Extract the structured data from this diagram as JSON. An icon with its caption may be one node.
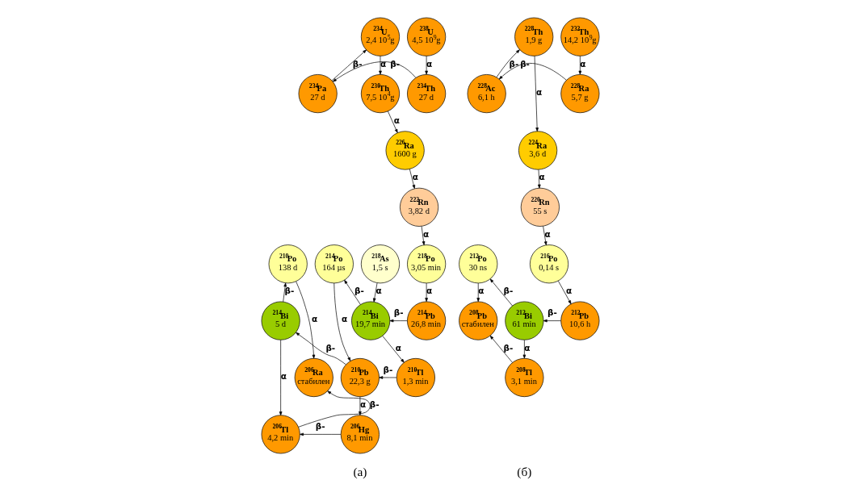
{
  "diagram": {
    "nodes": [
      {
        "text": [
          "$^{238}$U",
          "4,5 10$^{9}$g"
        ]
      },
      {
        "text": [
          "$^{234}$Th",
          "27 d"
        ]
      },
      {
        "text": [
          "$^{234}$Pa",
          "27 d"
        ]
      },
      {
        "text": [
          "$^{234}$U",
          "2,4 10$^{5}$g"
        ]
      },
      {
        "text": [
          "$^{230}$Th",
          "7,5 10$^{4}$g"
        ]
      },
      {
        "text": [
          "$^{226}$Ra",
          "1600 g"
        ]
      },
      {
        "text": [
          "$^{222}$Rn",
          "3,82 d"
        ]
      },
      {
        "text": [
          "$^{218}$As",
          "1,5 s"
        ]
      },
      {
        "text": [
          "$^{218}$Po",
          "3,05 min"
        ]
      },
      {
        "text": [
          "$^{214}$Po",
          "164 µs"
        ]
      },
      {
        "text": [
          "$^{214}$Bi",
          "19,7 min"
        ]
      },
      {
        "text": [
          "$^{214}$Bi",
          "5 d"
        ]
      },
      {
        "text": [
          "$^{210}$Po",
          "138 d"
        ]
      },
      {
        "text": [
          "$^{214}$Pb",
          "26,8 min"
        ]
      },
      {
        "text": [
          "$^{210}$Pb",
          "22,3 g"
        ]
      },
      {
        "text": [
          "$^{206}$Ra",
          "стабилен"
        ]
      },
      {
        "text": [
          "$^{210}$Tl",
          "1,3 min"
        ]
      },
      {
        "text": [
          "$^{206}$Tl",
          "4,2 min"
        ]
      },
      {
        "text": [
          "$^{206}$Hg",
          "8,1 min"
        ]
      },
      {
        "text": [
          "$^{232}$Th",
          "14,2 10$^{9}$g"
        ]
      },
      {
        "text": [
          "$^{228}$Ra",
          "5,7 g"
        ]
      },
      {
        "text": [
          "$^{228}$Ac",
          "6,1 h"
        ]
      },
      {
        "text": [
          "$^{228}$Th",
          "1,9 g"
        ]
      },
      {
        "text": [
          "$^{224}$Ra",
          "3,6 d"
        ]
      },
      {
        "text": [
          "$^{220}$Rn",
          "55 s"
        ]
      },
      {
        "text": [
          "$^{216}$Po",
          "0,14 s"
        ]
      },
      {
        "text": [
          "$^{212}$Po",
          "30 ns"
        ]
      },
      {
        "text": [
          "$^{212}$Bi",
          "61 min"
        ]
      },
      {
        "text": [
          "$^{212}$Pb",
          "10,6 h"
        ]
      },
      {
        "text": [
          "$^{208}$Pb",
          "стабилен"
        ]
      },
      {
        "text": [
          "$^{208}$Tl",
          "3,1 min"
        ]
      }
    ],
    "edges": [
      {
        "from": 0,
        "to": 1,
        "arrow": "to",
        "label": "α"
      },
      {
        "from": 1,
        "to": 2,
        "arrow": "to",
        "label": "β-"
      },
      {
        "from": 2,
        "to": 3,
        "arrow": "to",
        "label": "β-"
      },
      {
        "from": 3,
        "to": 4,
        "arrow": "to",
        "label": "α"
      },
      {
        "from": 4,
        "to": 5,
        "arrow": "to",
        "label": "α"
      },
      {
        "from": 5,
        "to": 6,
        "arrow": "to",
        "label": "α"
      },
      {
        "from": 6,
        "to": 8,
        "arrow": "to",
        "label": "α"
      },
      {
        "from": 7,
        "to": 10,
        "arrow": "to",
        "label": "α"
      },
      {
        "from": 8,
        "to": 13,
        "arrow": "to",
        "label": "α"
      },
      {
        "from": 13,
        "to": 10,
        "arrow": "to",
        "label": "β-"
      },
      {
        "from": 10,
        "to": 9,
        "arrow": "to",
        "label": "β-"
      },
      {
        "from": 10,
        "to": 16,
        "arrow": "to",
        "label": "α"
      },
      {
        "from": 9,
        "to": 14,
        "arrow": "to",
        "label": "α"
      },
      {
        "from": 16,
        "to": 14,
        "arrow": "to",
        "label": "β-"
      },
      {
        "from": 14,
        "to": 11,
        "arrow": "to",
        "label": "β-"
      },
      {
        "from": 11,
        "to": 12,
        "arrow": "to",
        "label": "β-"
      },
      {
        "from": 14,
        "to": 18,
        "arrow": "to",
        "label": "α"
      },
      {
        "from": 11,
        "to": 17,
        "arrow": "to",
        "label": "α"
      },
      {
        "from": 12,
        "to": 15,
        "arrow": "to",
        "label": "α"
      },
      {
        "from": 17,
        "to": 15,
        "arrow": "to",
        "label": "β-"
      },
      {
        "from": 18,
        "to": 17,
        "arrow": "to",
        "label": "β-"
      },
      {
        "from": 19,
        "to": 20,
        "arrow": "to",
        "label": "α"
      },
      {
        "from": 20,
        "to": 21,
        "arrow": "to",
        "label": "β-"
      },
      {
        "from": 21,
        "to": 22,
        "arrow": "to",
        "label": "β-"
      },
      {
        "from": 22,
        "to": 23,
        "arrow": "to",
        "label": "α"
      },
      {
        "from": 23,
        "to": 24,
        "arrow": "to",
        "label": "α"
      },
      {
        "from": 24,
        "to": 25,
        "arrow": "to",
        "label": "α"
      },
      {
        "from": 25,
        "to": 28,
        "arrow": "to",
        "label": "α"
      },
      {
        "from": 28,
        "to": 27,
        "arrow": "to",
        "label": "β-"
      },
      {
        "from": 27,
        "to": 26,
        "arrow": "to",
        "label": "β-"
      },
      {
        "from": 27,
        "to": 30,
        "arrow": "to",
        "label": "α"
      },
      {
        "from": 26,
        "to": 29,
        "arrow": "to",
        "label": "α"
      },
      {
        "from": 30,
        "to": 29,
        "arrow": "to",
        "label": "β-"
      }
    ],
    "labels": [
      "(а)",
      "(б)"
    ]
  }
}
